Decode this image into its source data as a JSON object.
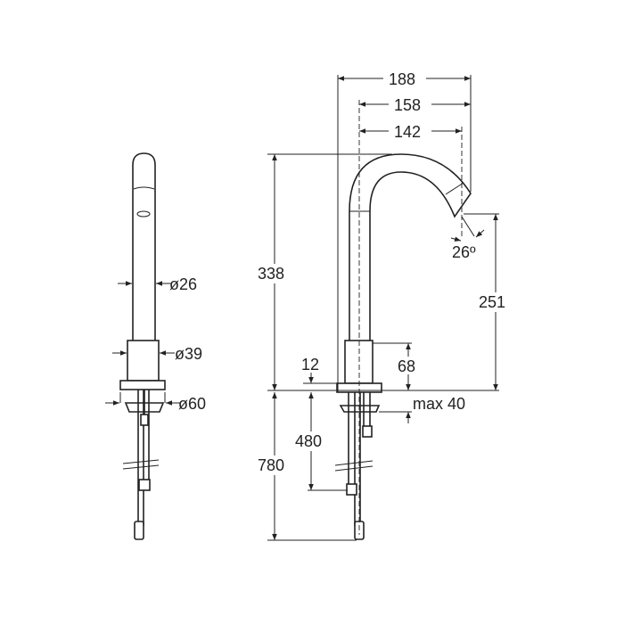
{
  "title": "Faucet dimension drawing",
  "side_view": {
    "dims": {
      "tube_diameter": "ø26",
      "body_diameter": "ø39",
      "flange_diameter": "ø60"
    }
  },
  "front_view": {
    "dims": {
      "overall_reach": "188",
      "reach_center": "158",
      "spout_center": "142",
      "height": "338",
      "outlet_height": "251",
      "spout_angle": "26º",
      "flange_thickness": "12",
      "body_height": "68",
      "max_deck": "max 40",
      "rod_length": "480",
      "hose_length": "780"
    }
  }
}
